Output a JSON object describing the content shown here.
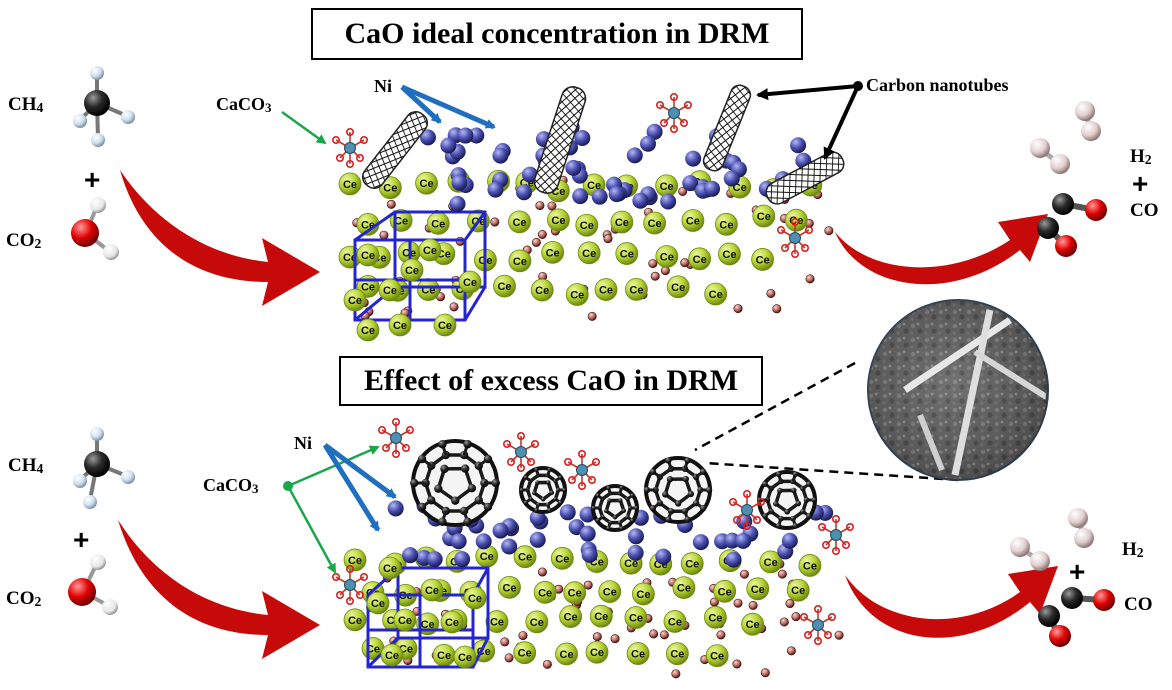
{
  "top": {
    "title": "CaO ideal concentration in DRM",
    "reactants": {
      "ch4": "CH4",
      "co2": "CO2",
      "plus": "+"
    },
    "products": {
      "h2": "H2",
      "co": "CO",
      "plus": "+"
    },
    "labels": {
      "caco3": "CaCO3",
      "ni": "Ni",
      "carbon_nanotubes": "Carbon nanotubes"
    }
  },
  "bottom": {
    "title": "Effect of excess CaO in DRM",
    "reactants": {
      "ch4": "CH4",
      "co2": "CO2",
      "plus": "+"
    },
    "products": {
      "h2": "H2",
      "co": "CO",
      "plus": "+"
    },
    "labels": {
      "caco3": "CaCO3",
      "ni": "Ni"
    }
  },
  "atom_label": "Ce",
  "colors": {
    "ce": "#b5d334",
    "ni": "#4a4fb0",
    "oxygen_small": "#7b2a2a",
    "cubic_lattice": "#2424d0",
    "arrow_red": "#c60a0a",
    "pointer_blue": "#1f6ec0",
    "pointer_green": "#1aa64a",
    "carbon": "#222222",
    "molecule_oxygen": "#e00000",
    "molecule_hydrogen": "#eeeeee"
  }
}
